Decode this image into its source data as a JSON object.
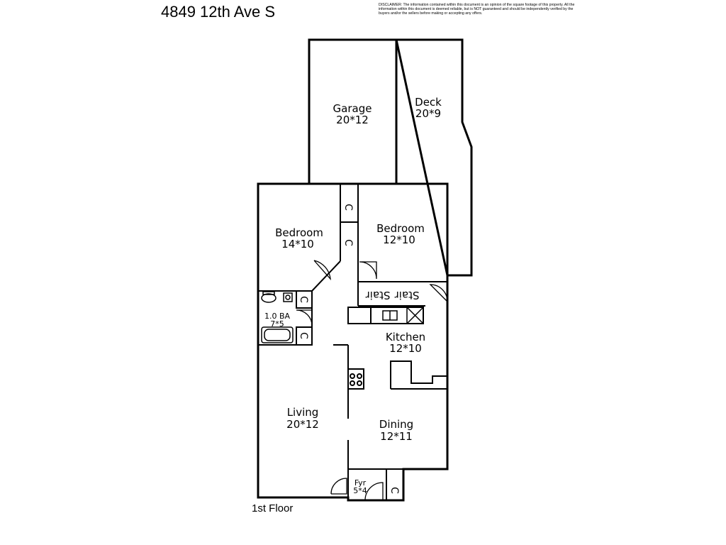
{
  "address": "4849 12th Ave S",
  "disclaimer": "DISCLAIMER: The information contained within this document is an opinion of the square footage of this property. All the information within this document is deemed reliable, but is NOT guaranteed and should be independently verified by the buyers and/or the sellers before making or accepting any offers.",
  "floor_label": "1st Floor",
  "rooms": {
    "garage": {
      "name": "Garage",
      "size": "20*12"
    },
    "deck": {
      "name": "Deck",
      "size": "20*9"
    },
    "bedroom_left": {
      "name": "Bedroom",
      "size": "14*10"
    },
    "bedroom_right": {
      "name": "Bedroom",
      "size": "12*10"
    },
    "bath": {
      "name": "1.0 BA",
      "size": "7*5"
    },
    "kitchen": {
      "name": "Kitchen",
      "size": "12*10"
    },
    "living": {
      "name": "Living",
      "size": "20*12"
    },
    "dining": {
      "name": "Dining",
      "size": "12*11"
    },
    "foyer": {
      "name": "Fyr",
      "size": "5*4"
    }
  },
  "closet_label": "C",
  "stair_label": "Stair"
}
